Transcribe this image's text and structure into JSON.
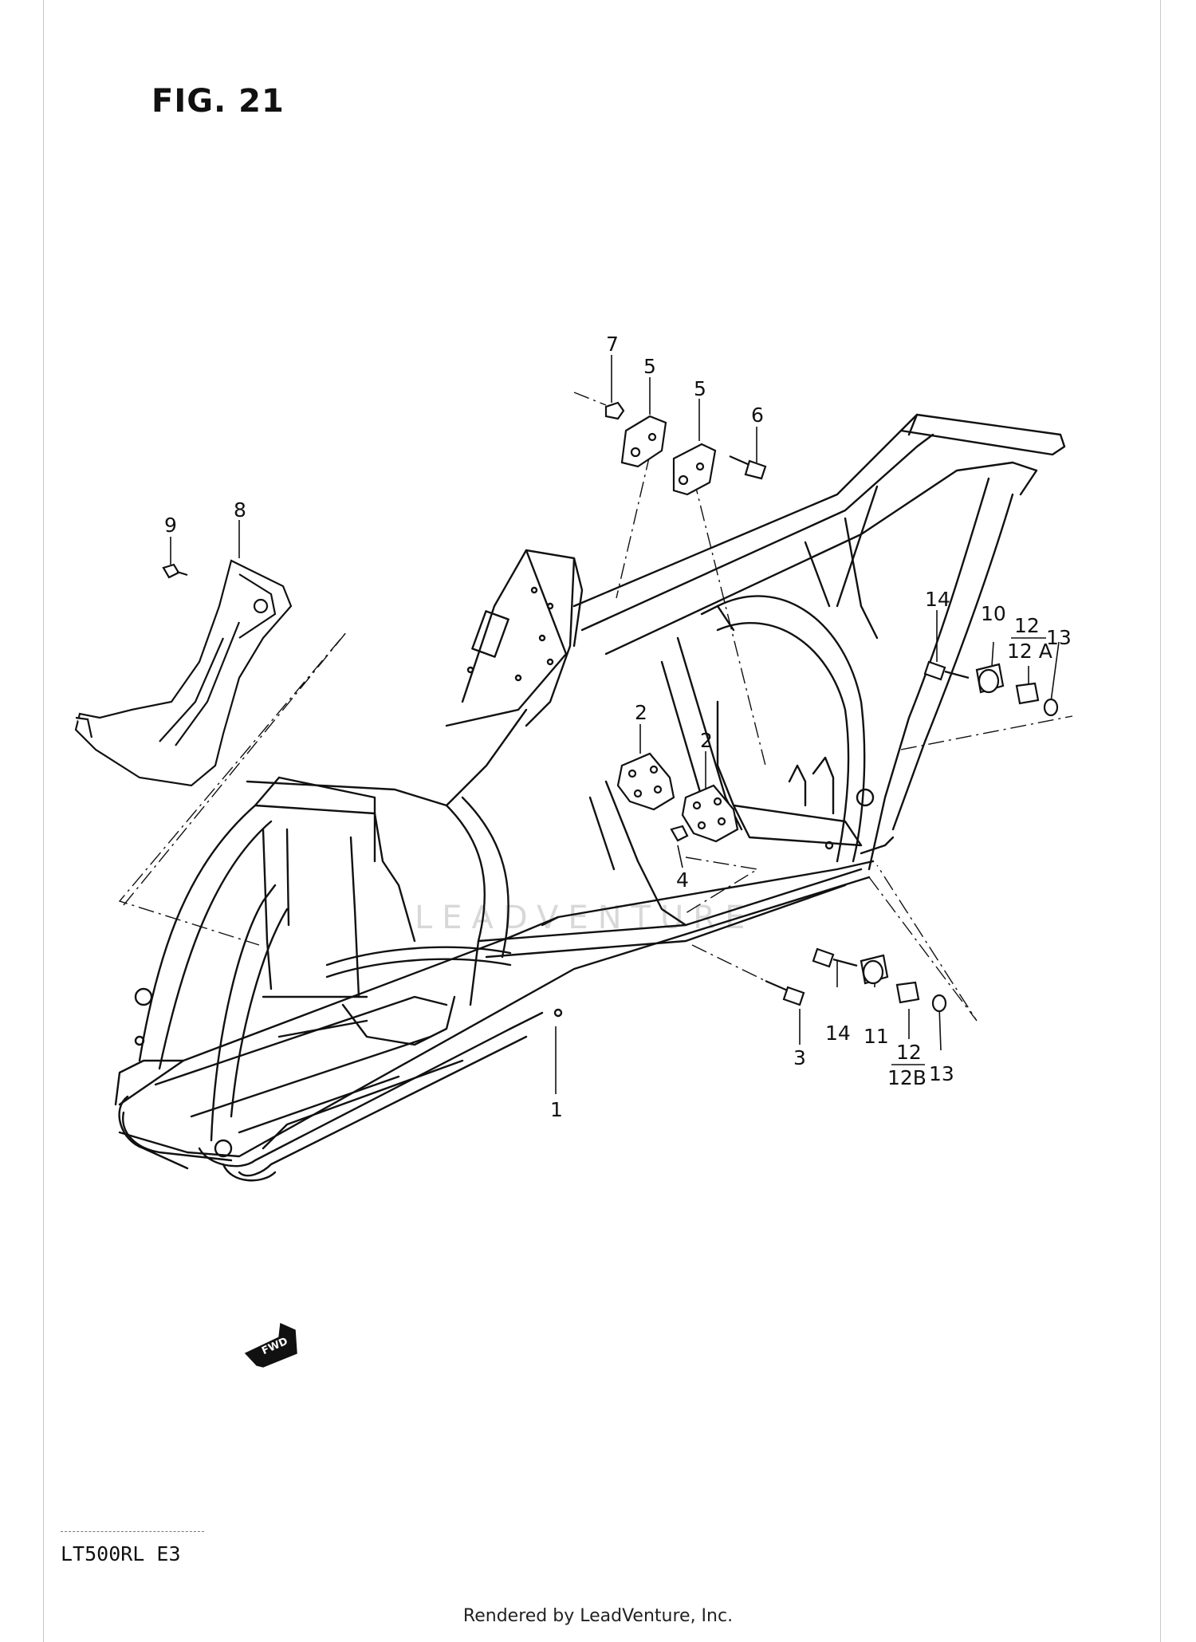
{
  "figure": {
    "title": "FIG. 21",
    "model": "LT500RL  E3",
    "watermark": "LEADVENTURE",
    "fwd_label": "FWD"
  },
  "footer": "Rendered by LeadVenture, Inc.",
  "callouts": {
    "c1": "1",
    "c2a": "2",
    "c2b": "2",
    "c3": "3",
    "c4": "4",
    "c5a": "5",
    "c5b": "5",
    "c6": "6",
    "c7": "7",
    "c8": "8",
    "c9": "9",
    "c10": "10",
    "c11": "11",
    "c12a": "12",
    "c12a_sub": "12 A",
    "c12b": "12",
    "c12b_sub": "12B",
    "c13a": "13",
    "c13b": "13",
    "c14a": "14",
    "c14b": "14"
  }
}
